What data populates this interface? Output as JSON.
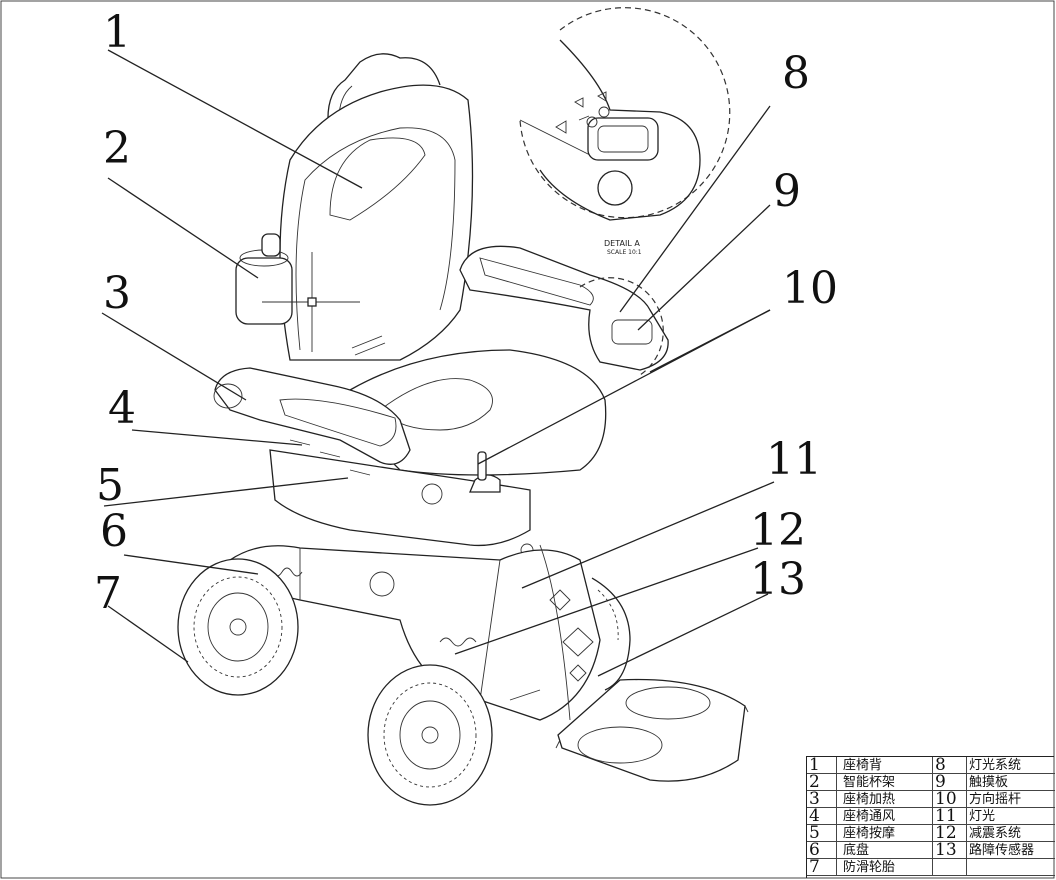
{
  "callouts": [
    "1",
    "2",
    "3",
    "4",
    "5",
    "6",
    "7",
    "8",
    "9",
    "10",
    "11",
    "12",
    "13"
  ],
  "detail": {
    "title": "DETAIL A",
    "scale": "SCALE 10:1"
  },
  "legend": [
    {
      "num": "1",
      "label": "座椅背",
      "num2": "8",
      "label2": "灯光系统"
    },
    {
      "num": "2",
      "label": "智能杯架",
      "num2": "9",
      "label2": "触摸板"
    },
    {
      "num": "3",
      "label": "座椅加热",
      "num2": "10",
      "label2": "方向摇杆"
    },
    {
      "num": "4",
      "label": "座椅通风",
      "num2": "11",
      "label2": "灯光"
    },
    {
      "num": "5",
      "label": "座椅按摩",
      "num2": "12",
      "label2": "减震系统"
    },
    {
      "num": "6",
      "label": "底盘",
      "num2": "13",
      "label2": "路障传感器"
    },
    {
      "num": "7",
      "label": "防滑轮胎",
      "num2": "",
      "label2": ""
    }
  ]
}
